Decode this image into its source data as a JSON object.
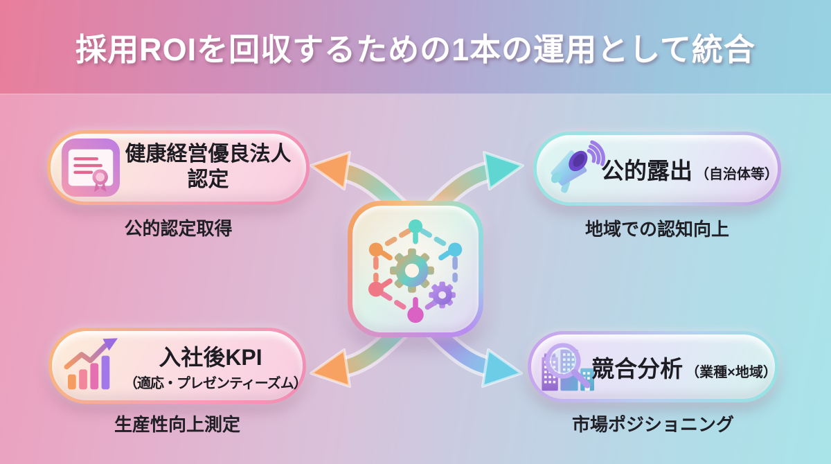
{
  "title": "採用ROIを回収するための1本の運用として統合",
  "center_hub": {
    "icon": "network-gears-icon"
  },
  "cards": [
    {
      "position": "top-left",
      "icon": "certificate-icon",
      "title_line1": "健康経営優良法人",
      "title_line2": "認定",
      "subtitle": "公的認定取得"
    },
    {
      "position": "top-right",
      "icon": "megaphone-icon",
      "title_line1": "公的露出",
      "annotation": "（自治体等）",
      "subtitle": "地域での認知向上"
    },
    {
      "position": "bottom-left",
      "icon": "bar-chart-icon",
      "title_line1": "入社後KPI",
      "annotation": "（適応・プレゼンティーズム）",
      "subtitle": "生産性向上測定"
    },
    {
      "position": "bottom-right",
      "icon": "search-buildings-icon",
      "title_line1": "競合分析",
      "annotation": "（業種×地域）",
      "subtitle": "市場ポジショニング"
    }
  ],
  "colors": {
    "bg_left_pink": "#ee9cb8",
    "bg_center_lavender": "#d9c2da",
    "bg_right_cyan": "#a9e4e9",
    "header_left_pink": "#e97e9c",
    "header_right_blue": "#97d2e2",
    "title_text": "#ffffff",
    "card_text": "#1d1c22",
    "warm_rim_orange": "#f8b878",
    "warm_rim_pink": "#f28cb4",
    "cool_rim_cyan": "#8ee6e0",
    "cool_rim_purple": "#c49ae8",
    "arrow_orange": "#f7a262",
    "arrow_teal": "#6fdcd8",
    "arrow_purple": "#bb93ee",
    "arrow_cyan": "#74d2e8"
  }
}
